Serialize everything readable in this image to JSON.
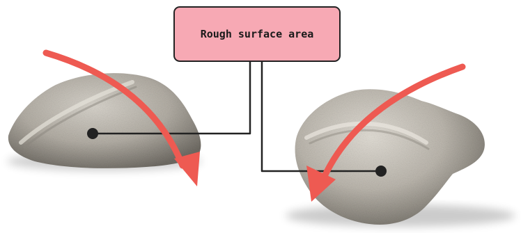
{
  "callout": {
    "label": "Rough surface area"
  },
  "colors": {
    "callout_fill": "#f7a9b4",
    "callout_border": "#222222",
    "leader_line": "#222222",
    "arrow": "#ee5a52",
    "rock_base": "#b9b4aa"
  },
  "icons": {
    "left_arrow": "curved-arrow-down-right",
    "right_arrow": "curved-arrow-down-left",
    "leader_dot": "filled-circle"
  }
}
